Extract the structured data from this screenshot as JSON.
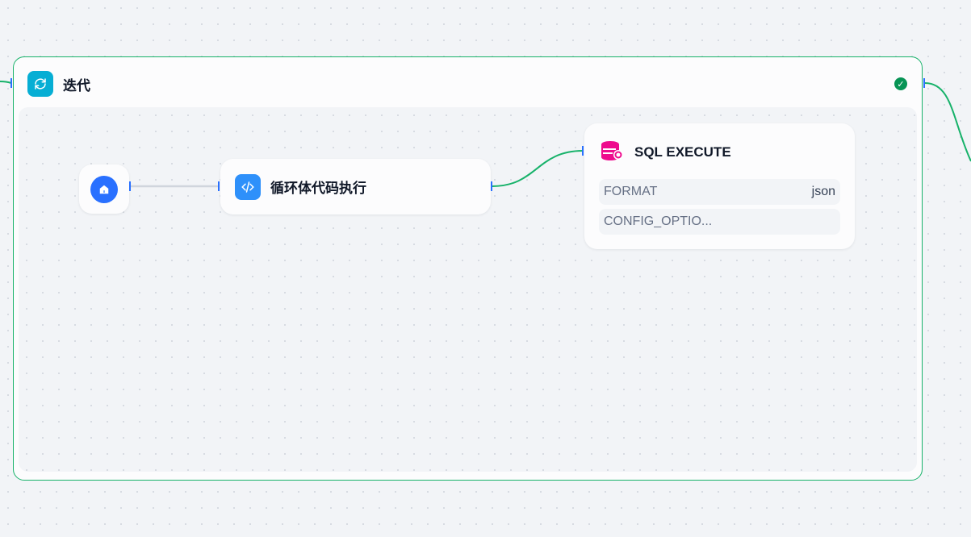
{
  "iteration": {
    "title": "迭代",
    "icon": "refresh-icon",
    "status": "success-check-icon",
    "color": "#06aed4"
  },
  "start_node": {
    "icon": "home-icon",
    "color": "#2970ff"
  },
  "code_node": {
    "title": "循环体代码执行",
    "icon": "code-icon",
    "color": "#2e90fa"
  },
  "sql_node": {
    "title": "SQL EXECUTE",
    "icon": "database-search-icon",
    "color": "#ee0c8e",
    "fields": [
      {
        "label": "FORMAT",
        "value": "json"
      },
      {
        "label": "CONFIG_OPTIO...",
        "value": ""
      }
    ]
  },
  "colors": {
    "edge_active": "#17b26a",
    "edge_idle": "#d0d5dd",
    "handle": "#2970ff"
  }
}
